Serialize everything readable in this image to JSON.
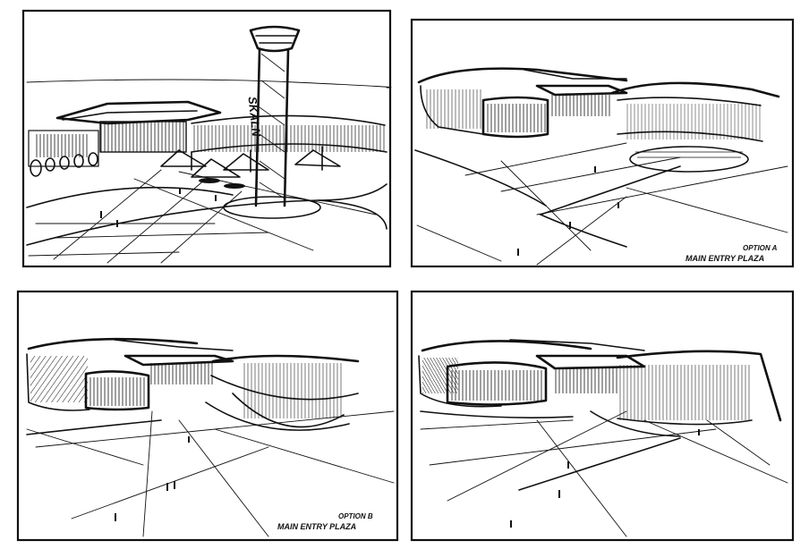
{
  "sheet": {
    "background": "#ffffff",
    "ink": "#111111"
  },
  "panels": [
    {
      "id": "panel-1",
      "tower_sign": "SKALN",
      "building_sign": ""
    },
    {
      "id": "panel-2",
      "building_sign": "",
      "option_label": "OPTION A",
      "plaza_label": "MAIN ENTRY PLAZA"
    },
    {
      "id": "panel-3",
      "option_label": "OPTION B",
      "plaza_label": "MAIN ENTRY PLAZA"
    },
    {
      "id": "panel-4"
    }
  ]
}
